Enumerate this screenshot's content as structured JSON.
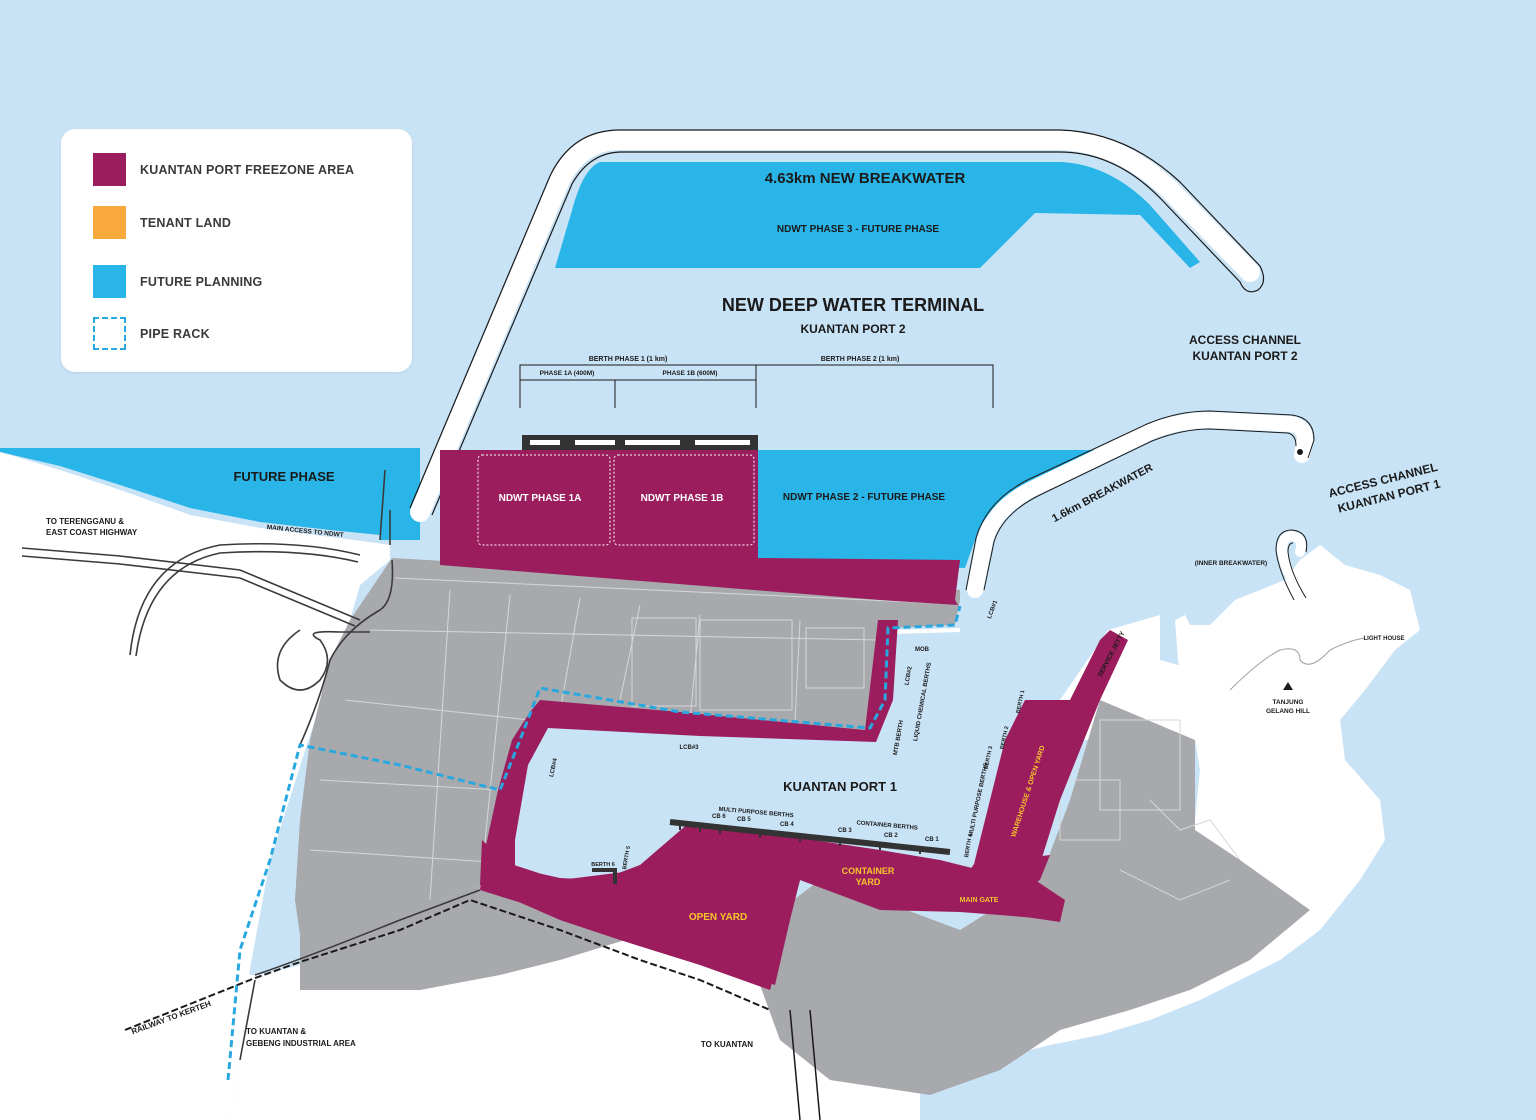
{
  "colors": {
    "water": "#c9e3f6",
    "freezone": "#9b1d5e",
    "tenant": "#f7a93b",
    "future": "#29b5e8",
    "land_grey": "#a7a9ac",
    "land_white": "#ffffff",
    "pipe_rack": "#29a8e0"
  },
  "legend": {
    "items": [
      {
        "label": "KUANTAN PORT FREEZONE AREA",
        "swatch": "freezone-swatch"
      },
      {
        "label": "TENANT LAND",
        "swatch": "tenant-swatch"
      },
      {
        "label": "FUTURE PLANNING",
        "swatch": "future-swatch"
      },
      {
        "label": "PIPE RACK",
        "swatch": "pipe-rack-swatch"
      }
    ]
  },
  "labels": {
    "new_breakwater": "4.63km NEW BREAKWATER",
    "ndwt_phase3": "NDWT PHASE 3 - FUTURE PHASE",
    "new_deep_water_terminal": "NEW DEEP WATER TERMINAL",
    "kuantan_port_2": "KUANTAN PORT 2",
    "access_channel_kp2_line1": "ACCESS CHANNEL",
    "access_channel_kp2_line2": "KUANTAN PORT 2",
    "berth_phase1": "BERTH PHASE 1 (1 km)",
    "berth_phase2": "BERTH PHASE 2 (1 km)",
    "phase_1a": "PHASE 1A (400M)",
    "phase_1b": "PHASE 1B (600M)",
    "future_phase": "FUTURE PHASE",
    "ndwt_phase1a": "NDWT PHASE 1A",
    "ndwt_phase1b": "NDWT PHASE 1B",
    "ndwt_phase2": "NDWT PHASE 2 - FUTURE PHASE",
    "breakwater_16": "1.6km BREAKWATER",
    "access_channel_kp1_line1": "ACCESS CHANNEL",
    "access_channel_kp1_line2": "KUANTAN PORT 1",
    "to_terengganu_line1": "TO TERENGGANU &",
    "to_terengganu_line2": "EAST COAST HIGHWAY",
    "main_access": "MAIN ACCESS TO NDWT",
    "inner_breakwater": "(INNER BREAKWATER)",
    "light_house": "LIGHT HOUSE",
    "tanjung_line1": "TANJUNG",
    "tanjung_line2": "GELANG HILL",
    "service_jetty": "SERVICE JETTY",
    "kuantan_port_1": "KUANTAN PORT 1",
    "multi_purpose_berths": "MULTI PURPOSE BERTHS",
    "container_berths": "CONTAINER BERTHS",
    "cb6": "CB 6",
    "cb5": "CB 5",
    "cb4": "CB 4",
    "cb3": "CB 3",
    "cb2": "CB 2",
    "cb1": "CB 1",
    "container_yard_line1": "CONTAINER",
    "container_yard_line2": "YARD",
    "open_yard": "OPEN YARD",
    "main_gate": "MAIN GATE",
    "warehouse_open_yard": "WAREHOUSE & OPEN YARD",
    "multi_purpose_berths_vertical": "MULTI PURPOSE BERTHS",
    "liquid_chemical_berths": "LIQUID CHEMICAL BERTHS",
    "mtb_berth": "MTB BERTH",
    "lcb1": "LCB#1",
    "lcb2": "LCB#2",
    "lcb3": "LCB#3",
    "lcb4": "LCB#4",
    "mob": "MOB",
    "berth_6": "BERTH 6",
    "berth_5": "BERTH 5",
    "berth_4": "BERTH 4",
    "berth_3": "BERTH 3",
    "berth_2": "BERTH 2",
    "berth_1": "BERTH 1",
    "railway": "RAILWAY TO KERTEH",
    "to_kuantan_gebeng_line1": "TO KUANTAN &",
    "to_kuantan_gebeng_line2": "GEBENG INDUSTRIAL AREA",
    "to_kuantan": "TO KUANTAN"
  }
}
